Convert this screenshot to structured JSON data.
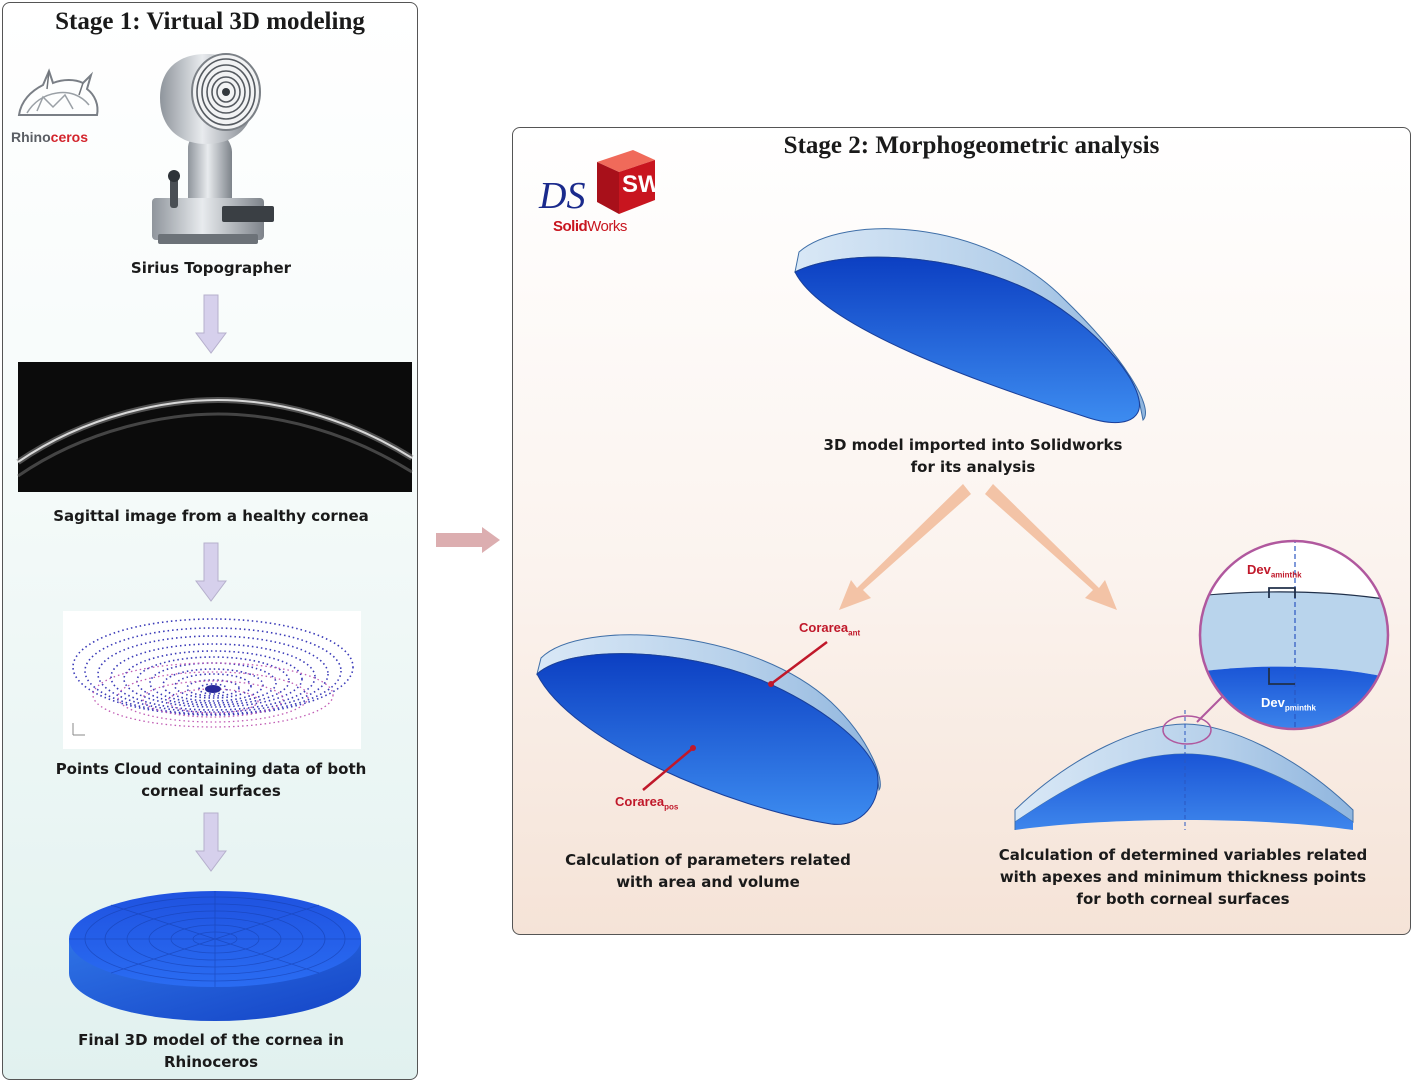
{
  "stage1": {
    "title": "Stage 1: Virtual 3D modeling",
    "logo": {
      "name": "Rhinoceros",
      "text_dark": "Rhino",
      "text_red": "ceros"
    },
    "device_caption": "Sirius Topographer",
    "sagittal_caption": "Sagittal image from a healthy cornea",
    "cloud_caption": [
      "Points Cloud containing data of both",
      "corneal surfaces"
    ],
    "model_caption": [
      "Final 3D model of the cornea in",
      "Rhinoceros"
    ]
  },
  "stage2": {
    "title": "Stage 2: Morphogeometric analysis",
    "logo": {
      "name": "SolidWorks",
      "text_red": "Solid",
      "text_dark": "Works",
      "badge": "SW",
      "ds": "DS"
    },
    "imported_caption": [
      "3D model imported into Solidworks",
      "for its analysis"
    ],
    "area_caption": [
      "Calculation of parameters related",
      "with area and volume"
    ],
    "apex_caption": [
      "Calculation of determined variables related",
      "with apexes and minimum thickness points",
      "for both corneal surfaces"
    ],
    "labels": {
      "corarea_ant": {
        "base": "Corarea",
        "sub": "ant"
      },
      "corarea_pos": {
        "base": "Corarea",
        "sub": "pos"
      },
      "dev_amin": {
        "base": "Dev",
        "sub": "aminthk"
      },
      "dev_pmin": {
        "base": "Dev",
        "sub": "pminthk"
      }
    }
  },
  "colors": {
    "label_red": "#c0182a",
    "cornea_blue": "#1f5fd8",
    "cornea_light": "#bcd6ec",
    "arrow_lilac": "#d6d0ec",
    "arrow_peach": "#f3c3a6",
    "arrow_pink": "#dcaeb0",
    "zoom_border": "#b0589e"
  }
}
